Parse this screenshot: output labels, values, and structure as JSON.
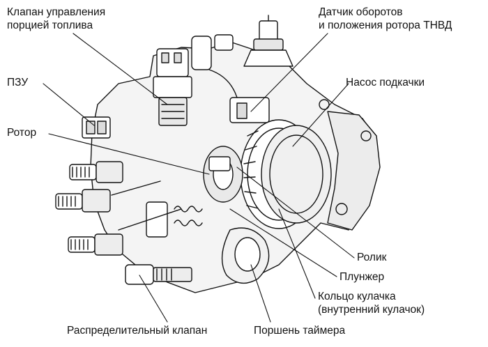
{
  "labels": {
    "fuel_valve_line1": "Клапан управления",
    "fuel_valve_line2": "порцией топлива",
    "sensor_line1": "Датчик оборотов",
    "sensor_line2": "и положения ротора ТНВД",
    "pzu": "ПЗУ",
    "feed_pump": "Насос подкачки",
    "rotor": "Ротор",
    "roller": "Ролик",
    "plunger": "Плунжер",
    "cam_ring_line1": "Кольцо кулачка",
    "cam_ring_line2": "(внутренний кулачок)",
    "distributor_valve": "Распределительный клапан",
    "timer_piston": "Поршень таймера"
  },
  "colors": {
    "line": "#111111",
    "background": "#ffffff",
    "shade": "#d9d9d9"
  }
}
